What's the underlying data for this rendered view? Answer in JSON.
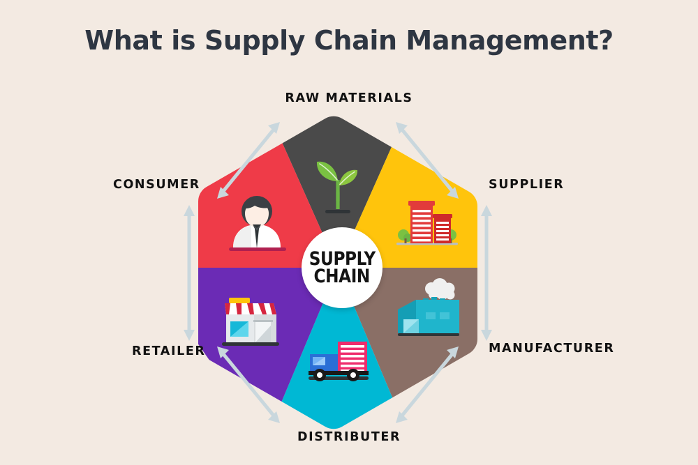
{
  "page": {
    "title": "What is Supply Chain Management?",
    "background_color": "#f3eae2",
    "title_color": "#2e3642"
  },
  "center": {
    "line1": "SUPPLY",
    "line2": "CHAIN",
    "shape": "circle",
    "fill": "#ffffff"
  },
  "diagram": {
    "type": "hexagon-cycle",
    "arrow_color": "#c9d7dd",
    "arrows_bidirectional": true,
    "segments": [
      {
        "key": "raw-materials",
        "label": "RAW MATERIALS",
        "color": "#4a4a4a",
        "icon": "seedling-icon",
        "position": "top"
      },
      {
        "key": "supplier",
        "label": "SUPPLIER",
        "color": "#ffc40c",
        "icon": "office-buildings-icon",
        "position": "top-right"
      },
      {
        "key": "manufacturer",
        "label": "MANUFACTURER",
        "color": "#8a6f66",
        "icon": "factory-icon",
        "position": "bottom-right"
      },
      {
        "key": "distributer",
        "label": "DISTRIBUTER",
        "color": "#00b8d4",
        "icon": "delivery-truck-icon",
        "position": "bottom"
      },
      {
        "key": "retailer",
        "label": "RETAILER",
        "color": "#6b2bb5",
        "icon": "storefront-icon",
        "position": "bottom-left"
      },
      {
        "key": "consumer",
        "label": "CONSUMER",
        "color": "#ef3b48",
        "icon": "person-consumer-icon",
        "position": "top-left"
      }
    ]
  }
}
